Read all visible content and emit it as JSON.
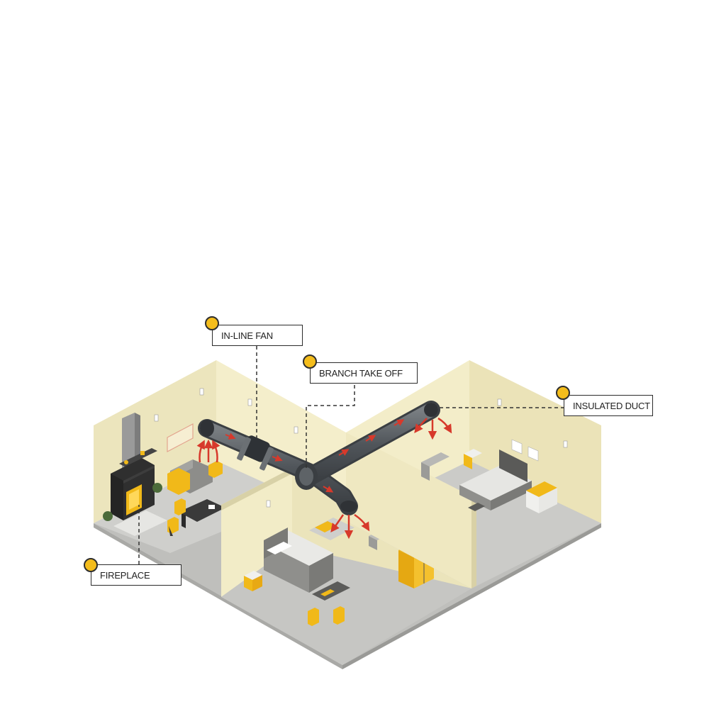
{
  "callouts": [
    {
      "id": "fan",
      "label": "IN-LINE FAN"
    },
    {
      "id": "branch",
      "label": "BRANCH TAKE OFF"
    },
    {
      "id": "duct",
      "label": "INSULATED DUCT"
    },
    {
      "id": "fireplace",
      "label": "FIREPLACE"
    }
  ],
  "colors": {
    "wall": "#f1ebc6",
    "wall_shade": "#e4dcb1",
    "floor": "#c9c9c6",
    "duct": "#555a5e",
    "accent": "#f4bd1c",
    "airflow": "#d7392b",
    "furniture_dark": "#3a3a3a"
  },
  "icons": [
    "callout-marker-icon",
    "airflow-arrow-icon"
  ]
}
